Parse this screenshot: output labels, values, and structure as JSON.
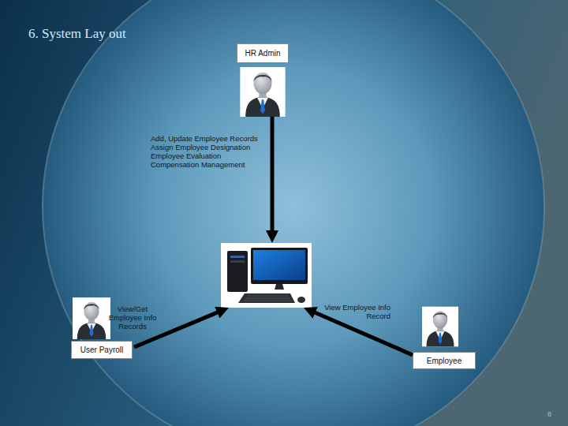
{
  "diagram": {
    "title": "6. System Lay out",
    "nodes": [
      {
        "text": [
          "HR Admin"
        ]
      },
      {
        "text": []
      },
      {
        "text": [
          "User Payroll"
        ]
      },
      {
        "text": [
          "Employee"
        ]
      }
    ],
    "edges": [
      {
        "from": 0,
        "to": 1,
        "arrow": "to",
        "label": "Add, Update Employee Records Assign Employee Designation Employee Evaluation Compensation Management"
      },
      {
        "from": 2,
        "to": 1,
        "arrow": "to",
        "label": "View/Get Employee Info Records"
      },
      {
        "from": 3,
        "to": 1,
        "arrow": "to",
        "label": "View Employee Info Record"
      }
    ],
    "labels": [
      "8"
    ]
  }
}
